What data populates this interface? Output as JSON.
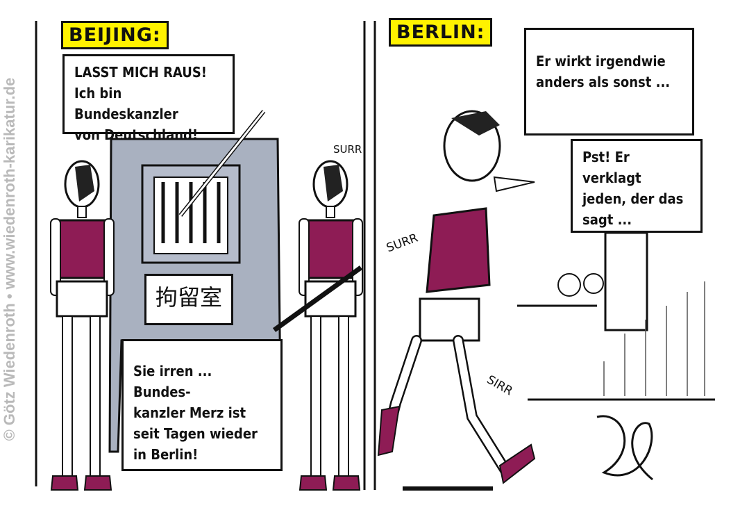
{
  "credit": "© Götz Wiedenroth • www.wiedenroth-karikatur.de",
  "left_panel": {
    "location_label": "BEIJING:",
    "prisoner_speech": [
      "LASST MICH RAUS!",
      "Ich bin Bundeskanzler",
      "von Deutschland!"
    ],
    "booth_sign": "拘留室",
    "sound_effect": "SURR",
    "caption": [
      "Sie irren ... Bundes-",
      "kanzler Merz ist",
      "seit Tagen wieder",
      "in Berlin!"
    ]
  },
  "right_panel": {
    "location_label": "BERLIN:",
    "speech_1": [
      "Er wirkt irgendwie",
      "anders als sonst ..."
    ],
    "speech_2": [
      "Pst! Er verklagt",
      "jeden, der das",
      "sagt ..."
    ],
    "sound_effects": [
      "SURR",
      "SIRR"
    ]
  },
  "colors": {
    "vest": "#8e1c55",
    "booth": "#a9b1c0",
    "label_bg": "#fff200"
  }
}
